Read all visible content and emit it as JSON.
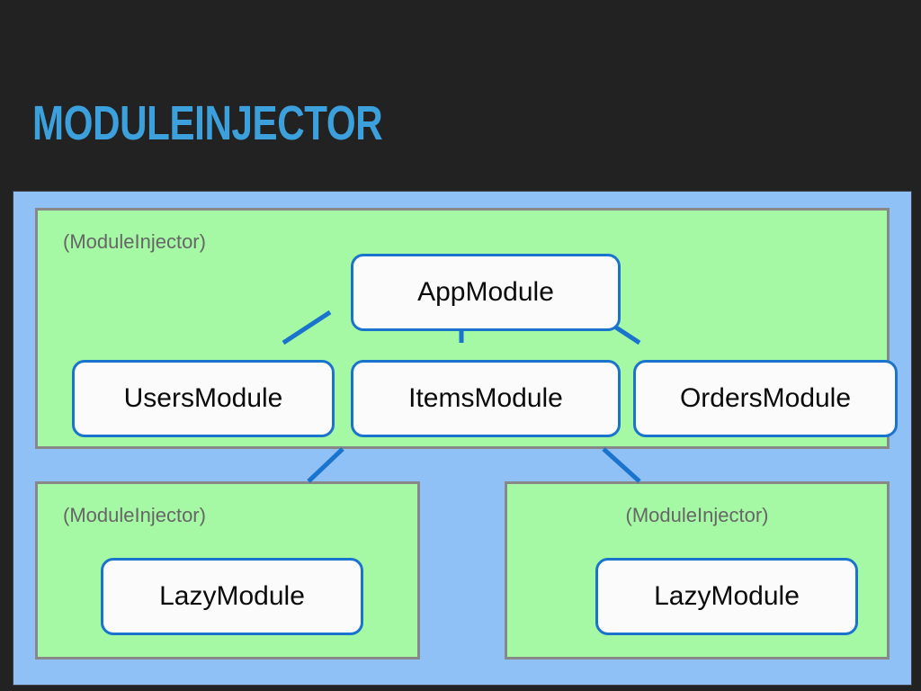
{
  "slide": {
    "title": "ModuleInjector",
    "background_color": "#222222",
    "title_color": "#3ba0dc"
  },
  "diagram": {
    "type": "hierarchy",
    "outer_container": {
      "fill_color": "#8fc1f7",
      "label": ""
    },
    "injector_fill_color": "#a6f9a4",
    "injector_border_color": "#888888",
    "node_fill_color": "#fbfbfb",
    "node_border_color": "#1a73cc",
    "connector_color": "#1a73cc",
    "injectors": [
      {
        "id": "root",
        "label": "(ModuleInjector)",
        "label_align": "left",
        "nodes": [
          {
            "id": "app",
            "label": "AppModule"
          },
          {
            "id": "users",
            "label": "UsersModule"
          },
          {
            "id": "items",
            "label": "ItemsModule"
          },
          {
            "id": "orders",
            "label": "OrdersModule"
          }
        ]
      },
      {
        "id": "lazy-left",
        "label": "(ModuleInjector)",
        "label_align": "left",
        "nodes": [
          {
            "id": "lazy-left-module",
            "label": "LazyModule"
          }
        ]
      },
      {
        "id": "lazy-right",
        "label": "(ModuleInjector)",
        "label_align": "center",
        "nodes": [
          {
            "id": "lazy-right-module",
            "label": "LazyModule"
          }
        ]
      }
    ],
    "edges": [
      {
        "from": "app",
        "to": "users"
      },
      {
        "from": "app",
        "to": "items"
      },
      {
        "from": "app",
        "to": "orders"
      },
      {
        "from": "root-injector",
        "to": "lazy-left-injector"
      },
      {
        "from": "root-injector",
        "to": "lazy-right-injector"
      }
    ]
  }
}
